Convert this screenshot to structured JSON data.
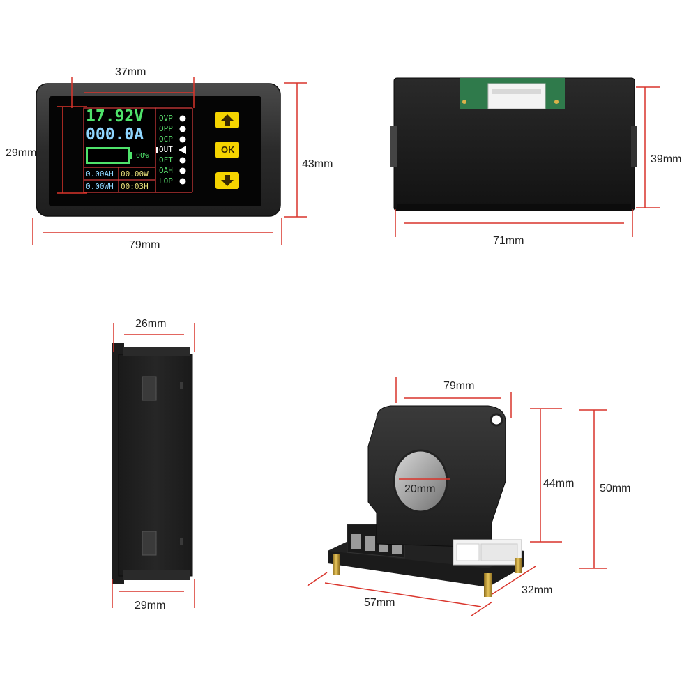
{
  "dimensions": {
    "front_panel": {
      "display_width": "37mm",
      "display_height": "29mm",
      "total_height": "43mm",
      "total_width": "79mm"
    },
    "back_view": {
      "height": "39mm",
      "width": "71mm"
    },
    "side_view": {
      "top_depth": "26mm",
      "bottom_depth": "29mm"
    },
    "sensor": {
      "width": "79mm",
      "hole_diameter": "20mm",
      "body_height": "44mm",
      "total_height": "50mm",
      "board_length": "57mm",
      "board_width": "32mm"
    }
  },
  "display": {
    "voltage": "17.92V",
    "current": "000.0A",
    "battery_percent": "00%",
    "amp_hours": "0.00AH",
    "power": "00.00W",
    "watt_hours": "0.00WH",
    "time": "00:03H",
    "status_labels": [
      "OVP",
      "OPP",
      "OCP",
      "OUT",
      "OFT",
      "OAH",
      "LOP"
    ],
    "colors": {
      "voltage": "#4fe36b",
      "current": "#8fd6ff",
      "status": "#57d86a",
      "status_active": "#ffffff",
      "frame": "#d83c3c"
    }
  },
  "buttons": {
    "up": "up-arrow",
    "ok": "OK",
    "down": "down-arrow",
    "color": "#f5d400"
  }
}
